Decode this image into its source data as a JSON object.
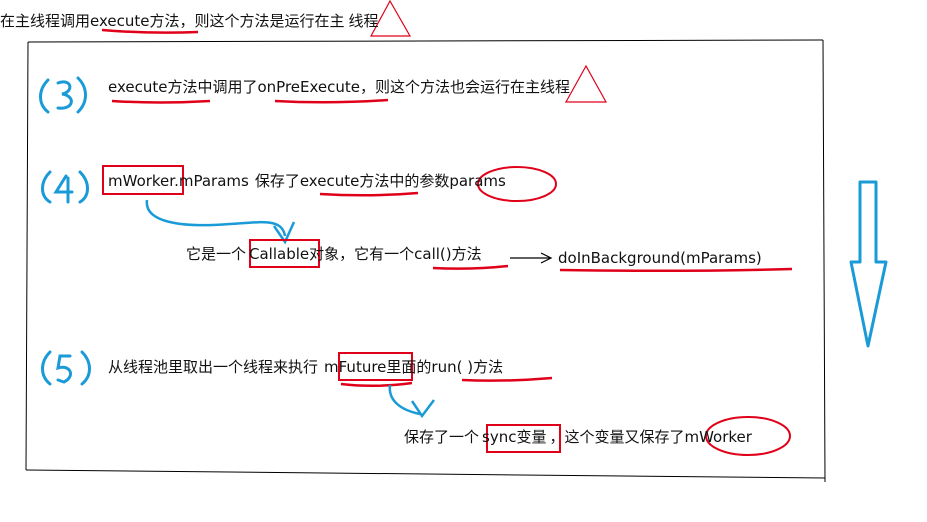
{
  "header": {
    "part1": "在主线程调用",
    "emph": "execute方法",
    "part2": "，则这个方法是运行在主",
    "tail": "线程"
  },
  "step3": {
    "num": "(3)",
    "emph1": "execute方法",
    "mid1": "中调用了",
    "emph2": "onPreExecute",
    "mid2": "，则这个方法也会运行在主",
    "tail": "线程"
  },
  "step4": {
    "num": "(4)",
    "boxed": "mWorker",
    "after_boxed": ".mParams",
    "mid": "保存了",
    "emph": "execute方法",
    "mid2": "中的参数",
    "circled": "params",
    "sub": {
      "pre": "它是一个",
      "boxed": "Callable",
      "post": "对象，它有一个",
      "call": "call()方法",
      "target": "doInBackground(mParams)"
    }
  },
  "step5": {
    "num": "(5)",
    "pre": "从线程池里取出一个线程来执行",
    "boxed": "mFuture",
    "mid": "里面的",
    "run": "run( )方法",
    "sub": {
      "pre": "保存了一个",
      "boxed": "sync变量",
      "mid": "，这个变量又保存了",
      "circled": "mWorker"
    }
  },
  "colors": {
    "annotation": "#e0001a",
    "pen": "#1a9bd7",
    "text": "#111111"
  }
}
